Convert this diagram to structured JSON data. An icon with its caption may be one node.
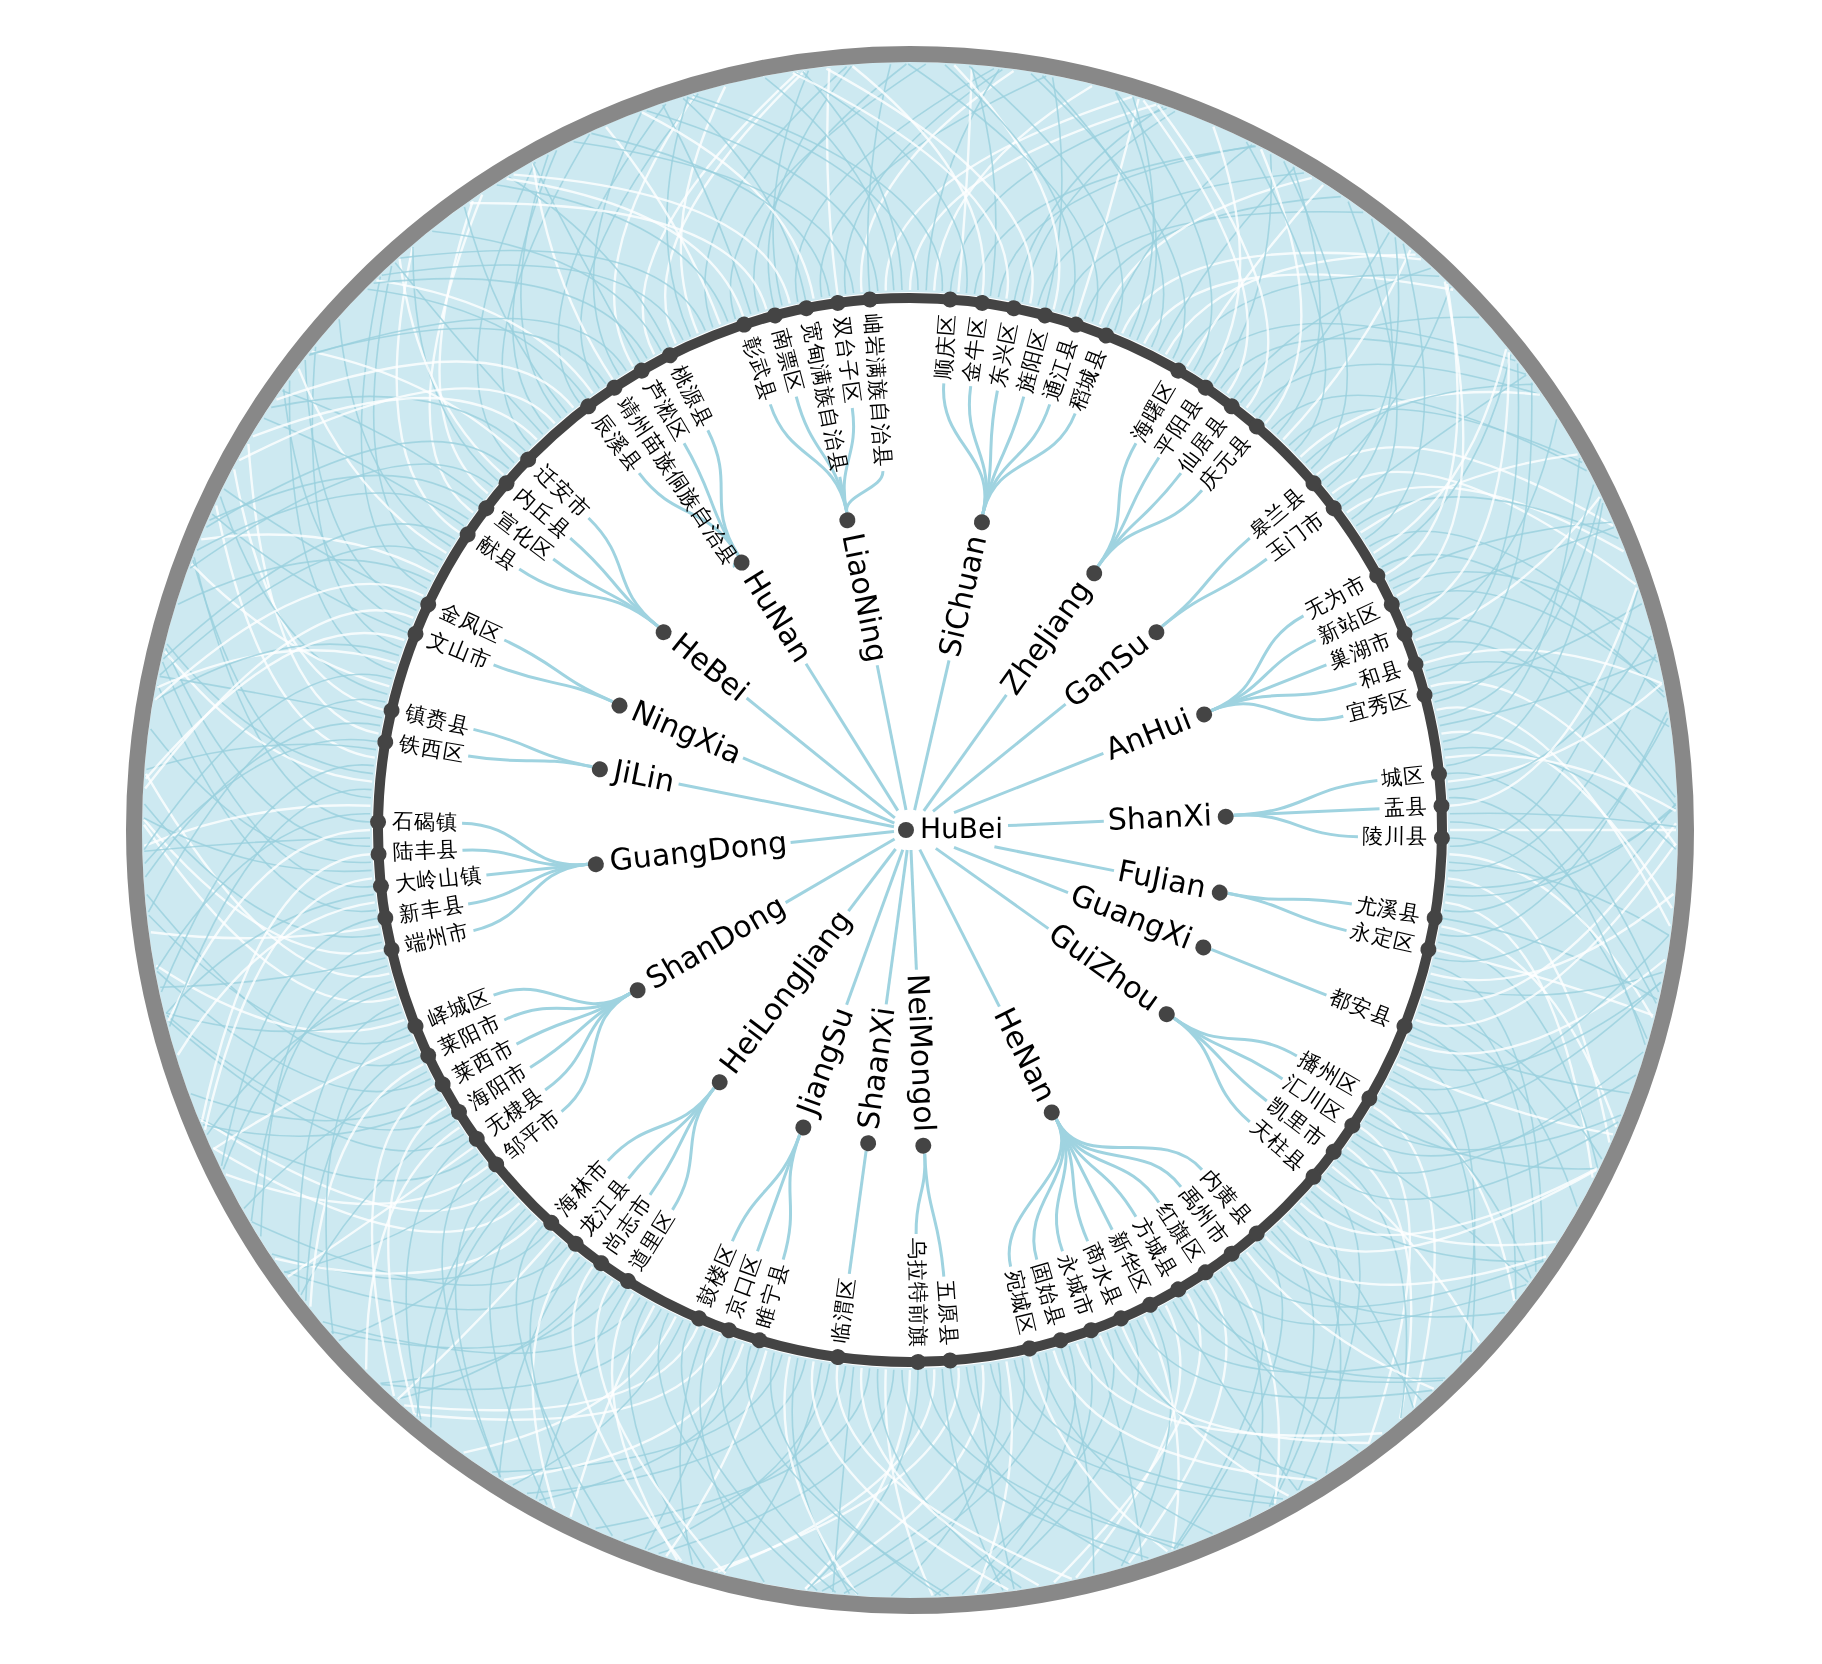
{
  "diagram": {
    "nodes": [
      {
        "text": [
          "HuBei"
        ]
      },
      {
        "text": [
          "SiChuan"
        ]
      },
      {
        "text": [
          "顺庆区"
        ]
      },
      {
        "text": [
          "金牛区"
        ]
      },
      {
        "text": [
          "东兴区"
        ]
      },
      {
        "text": [
          "旌阳区"
        ]
      },
      {
        "text": [
          "通江县"
        ]
      },
      {
        "text": [
          "稻城县"
        ]
      },
      {
        "text": [
          "ZheJiang"
        ]
      },
      {
        "text": [
          "海曙区"
        ]
      },
      {
        "text": [
          "平阳县"
        ]
      },
      {
        "text": [
          "仙居县"
        ]
      },
      {
        "text": [
          "庆元县"
        ]
      },
      {
        "text": [
          "GanSu"
        ]
      },
      {
        "text": [
          "皋兰县"
        ]
      },
      {
        "text": [
          "玉门市"
        ]
      },
      {
        "text": [
          "AnHui"
        ]
      },
      {
        "text": [
          "无为市"
        ]
      },
      {
        "text": [
          "新站区"
        ]
      },
      {
        "text": [
          "巢湖市"
        ]
      },
      {
        "text": [
          "和县"
        ]
      },
      {
        "text": [
          "宜秀区"
        ]
      },
      {
        "text": [
          "ShanXi"
        ]
      },
      {
        "text": [
          "城区"
        ]
      },
      {
        "text": [
          "盂县"
        ]
      },
      {
        "text": [
          "陵川县"
        ]
      },
      {
        "text": [
          "FuJian"
        ]
      },
      {
        "text": [
          "尤溪县"
        ]
      },
      {
        "text": [
          "永定区"
        ]
      },
      {
        "text": [
          "GuangXi"
        ]
      },
      {
        "text": [
          "都安县"
        ]
      },
      {
        "text": [
          "GuiZhou"
        ]
      },
      {
        "text": [
          "播州区"
        ]
      },
      {
        "text": [
          "汇川区"
        ]
      },
      {
        "text": [
          "凯里市"
        ]
      },
      {
        "text": [
          "天柱县"
        ]
      },
      {
        "text": [
          "HeNan"
        ]
      },
      {
        "text": [
          "内黄县"
        ]
      },
      {
        "text": [
          "禹州市"
        ]
      },
      {
        "text": [
          "红旗区"
        ]
      },
      {
        "text": [
          "方城县"
        ]
      },
      {
        "text": [
          "新华区"
        ]
      },
      {
        "text": [
          "商水县"
        ]
      },
      {
        "text": [
          "永城市"
        ]
      },
      {
        "text": [
          "固始县"
        ]
      },
      {
        "text": [
          "宛城区"
        ]
      },
      {
        "text": [
          "NeiMongol"
        ]
      },
      {
        "text": [
          "五原县"
        ]
      },
      {
        "text": [
          "乌拉特前旗"
        ]
      },
      {
        "text": [
          "ShaanXi"
        ]
      },
      {
        "text": [
          "临渭区"
        ]
      },
      {
        "text": [
          "JiangSu"
        ]
      },
      {
        "text": [
          "睢宁县"
        ]
      },
      {
        "text": [
          "京口区"
        ]
      },
      {
        "text": [
          "鼓楼区"
        ]
      },
      {
        "text": [
          "HeiLongJiang"
        ]
      },
      {
        "text": [
          "道里区"
        ]
      },
      {
        "text": [
          "尚志市"
        ]
      },
      {
        "text": [
          "龙江县"
        ]
      },
      {
        "text": [
          "海林市"
        ]
      },
      {
        "text": [
          "ShanDong"
        ]
      },
      {
        "text": [
          "邹平市"
        ]
      },
      {
        "text": [
          "无棣县"
        ]
      },
      {
        "text": [
          "海阳市"
        ]
      },
      {
        "text": [
          "莱西市"
        ]
      },
      {
        "text": [
          "莱阳市"
        ]
      },
      {
        "text": [
          "峄城区"
        ]
      },
      {
        "text": [
          "GuangDong"
        ]
      },
      {
        "text": [
          "端州市"
        ]
      },
      {
        "text": [
          "新丰县"
        ]
      },
      {
        "text": [
          "大岭山镇"
        ]
      },
      {
        "text": [
          "陆丰县"
        ]
      },
      {
        "text": [
          "石碣镇"
        ]
      },
      {
        "text": [
          "JiLin"
        ]
      },
      {
        "text": [
          "铁西区"
        ]
      },
      {
        "text": [
          "镇赉县"
        ]
      },
      {
        "text": [
          "NingXia"
        ]
      },
      {
        "text": [
          "文山市"
        ]
      },
      {
        "text": [
          "金凤区"
        ]
      },
      {
        "text": [
          "HeBei"
        ]
      },
      {
        "text": [
          "献县"
        ]
      },
      {
        "text": [
          "宣化区"
        ]
      },
      {
        "text": [
          "内丘县"
        ]
      },
      {
        "text": [
          "迁安市"
        ]
      },
      {
        "text": [
          "HuNan"
        ]
      },
      {
        "text": [
          "辰溪县"
        ]
      },
      {
        "text": [
          "靖州苗族侗族自治县"
        ]
      },
      {
        "text": [
          "芦淞区"
        ]
      },
      {
        "text": [
          "桃源县"
        ]
      },
      {
        "text": [
          "LiaoNing"
        ]
      },
      {
        "text": [
          "彰武县"
        ]
      },
      {
        "text": [
          "南票区"
        ]
      },
      {
        "text": [
          "宽甸满族自治县"
        ]
      },
      {
        "text": [
          "双台子区"
        ]
      },
      {
        "text": [
          "岫岩满族自治县"
        ]
      }
    ],
    "edges": [
      {
        "from": 0,
        "to": 1,
        "arrow": "none"
      },
      {
        "from": 1,
        "to": 2,
        "arrow": "none"
      },
      {
        "from": 1,
        "to": 3,
        "arrow": "none"
      },
      {
        "from": 1,
        "to": 4,
        "arrow": "none"
      },
      {
        "from": 1,
        "to": 5,
        "arrow": "none"
      },
      {
        "from": 1,
        "to": 6,
        "arrow": "none"
      },
      {
        "from": 1,
        "to": 7,
        "arrow": "none"
      },
      {
        "from": 0,
        "to": 8,
        "arrow": "none"
      },
      {
        "from": 8,
        "to": 9,
        "arrow": "none"
      },
      {
        "from": 8,
        "to": 10,
        "arrow": "none"
      },
      {
        "from": 8,
        "to": 11,
        "arrow": "none"
      },
      {
        "from": 8,
        "to": 12,
        "arrow": "none"
      },
      {
        "from": 0,
        "to": 13,
        "arrow": "none"
      },
      {
        "from": 13,
        "to": 14,
        "arrow": "none"
      },
      {
        "from": 13,
        "to": 15,
        "arrow": "none"
      },
      {
        "from": 0,
        "to": 16,
        "arrow": "none"
      },
      {
        "from": 16,
        "to": 17,
        "arrow": "none"
      },
      {
        "from": 16,
        "to": 18,
        "arrow": "none"
      },
      {
        "from": 16,
        "to": 19,
        "arrow": "none"
      },
      {
        "from": 16,
        "to": 20,
        "arrow": "none"
      },
      {
        "from": 16,
        "to": 21,
        "arrow": "none"
      },
      {
        "from": 0,
        "to": 22,
        "arrow": "none"
      },
      {
        "from": 22,
        "to": 23,
        "arrow": "none"
      },
      {
        "from": 22,
        "to": 24,
        "arrow": "none"
      },
      {
        "from": 22,
        "to": 25,
        "arrow": "none"
      },
      {
        "from": 0,
        "to": 26,
        "arrow": "none"
      },
      {
        "from": 26,
        "to": 27,
        "arrow": "none"
      },
      {
        "from": 26,
        "to": 28,
        "arrow": "none"
      },
      {
        "from": 0,
        "to": 29,
        "arrow": "none"
      },
      {
        "from": 29,
        "to": 30,
        "arrow": "none"
      },
      {
        "from": 0,
        "to": 31,
        "arrow": "none"
      },
      {
        "from": 31,
        "to": 32,
        "arrow": "none"
      },
      {
        "from": 31,
        "to": 33,
        "arrow": "none"
      },
      {
        "from": 31,
        "to": 34,
        "arrow": "none"
      },
      {
        "from": 31,
        "to": 35,
        "arrow": "none"
      },
      {
        "from": 0,
        "to": 36,
        "arrow": "none"
      },
      {
        "from": 36,
        "to": 37,
        "arrow": "none"
      },
      {
        "from": 36,
        "to": 38,
        "arrow": "none"
      },
      {
        "from": 36,
        "to": 39,
        "arrow": "none"
      },
      {
        "from": 36,
        "to": 40,
        "arrow": "none"
      },
      {
        "from": 36,
        "to": 41,
        "arrow": "none"
      },
      {
        "from": 36,
        "to": 42,
        "arrow": "none"
      },
      {
        "from": 36,
        "to": 43,
        "arrow": "none"
      },
      {
        "from": 36,
        "to": 44,
        "arrow": "none"
      },
      {
        "from": 36,
        "to": 45,
        "arrow": "none"
      },
      {
        "from": 0,
        "to": 46,
        "arrow": "none"
      },
      {
        "from": 46,
        "to": 47,
        "arrow": "none"
      },
      {
        "from": 46,
        "to": 48,
        "arrow": "none"
      },
      {
        "from": 0,
        "to": 49,
        "arrow": "none"
      },
      {
        "from": 49,
        "to": 50,
        "arrow": "none"
      },
      {
        "from": 0,
        "to": 51,
        "arrow": "none"
      },
      {
        "from": 51,
        "to": 52,
        "arrow": "none"
      },
      {
        "from": 51,
        "to": 53,
        "arrow": "none"
      },
      {
        "from": 51,
        "to": 54,
        "arrow": "none"
      },
      {
        "from": 0,
        "to": 55,
        "arrow": "none"
      },
      {
        "from": 55,
        "to": 56,
        "arrow": "none"
      },
      {
        "from": 55,
        "to": 57,
        "arrow": "none"
      },
      {
        "from": 55,
        "to": 58,
        "arrow": "none"
      },
      {
        "from": 55,
        "to": 59,
        "arrow": "none"
      },
      {
        "from": 0,
        "to": 60,
        "arrow": "none"
      },
      {
        "from": 60,
        "to": 61,
        "arrow": "none"
      },
      {
        "from": 60,
        "to": 62,
        "arrow": "none"
      },
      {
        "from": 60,
        "to": 63,
        "arrow": "none"
      },
      {
        "from": 60,
        "to": 64,
        "arrow": "none"
      },
      {
        "from": 60,
        "to": 65,
        "arrow": "none"
      },
      {
        "from": 60,
        "to": 66,
        "arrow": "none"
      },
      {
        "from": 0,
        "to": 67,
        "arrow": "none"
      },
      {
        "from": 67,
        "to": 68,
        "arrow": "none"
      },
      {
        "from": 67,
        "to": 69,
        "arrow": "none"
      },
      {
        "from": 67,
        "to": 70,
        "arrow": "none"
      },
      {
        "from": 67,
        "to": 71,
        "arrow": "none"
      },
      {
        "from": 67,
        "to": 72,
        "arrow": "none"
      },
      {
        "from": 0,
        "to": 73,
        "arrow": "none"
      },
      {
        "from": 73,
        "to": 74,
        "arrow": "none"
      },
      {
        "from": 73,
        "to": 75,
        "arrow": "none"
      },
      {
        "from": 0,
        "to": 76,
        "arrow": "none"
      },
      {
        "from": 76,
        "to": 77,
        "arrow": "none"
      },
      {
        "from": 76,
        "to": 78,
        "arrow": "none"
      },
      {
        "from": 0,
        "to": 79,
        "arrow": "none"
      },
      {
        "from": 79,
        "to": 80,
        "arrow": "none"
      },
      {
        "from": 79,
        "to": 81,
        "arrow": "none"
      },
      {
        "from": 79,
        "to": 82,
        "arrow": "none"
      },
      {
        "from": 79,
        "to": 83,
        "arrow": "none"
      },
      {
        "from": 0,
        "to": 84,
        "arrow": "none"
      },
      {
        "from": 84,
        "to": 85,
        "arrow": "none"
      },
      {
        "from": 84,
        "to": 86,
        "arrow": "none"
      },
      {
        "from": 84,
        "to": 87,
        "arrow": "none"
      },
      {
        "from": 84,
        "to": 88,
        "arrow": "none"
      },
      {
        "from": 0,
        "to": 89,
        "arrow": "none"
      },
      {
        "from": 89,
        "to": 90,
        "arrow": "none"
      },
      {
        "from": 89,
        "to": 91,
        "arrow": "none"
      },
      {
        "from": 89,
        "to": 92,
        "arrow": "none"
      },
      {
        "from": 89,
        "to": 93,
        "arrow": "none"
      },
      {
        "from": 89,
        "to": 94,
        "arrow": "none"
      }
    ]
  }
}
